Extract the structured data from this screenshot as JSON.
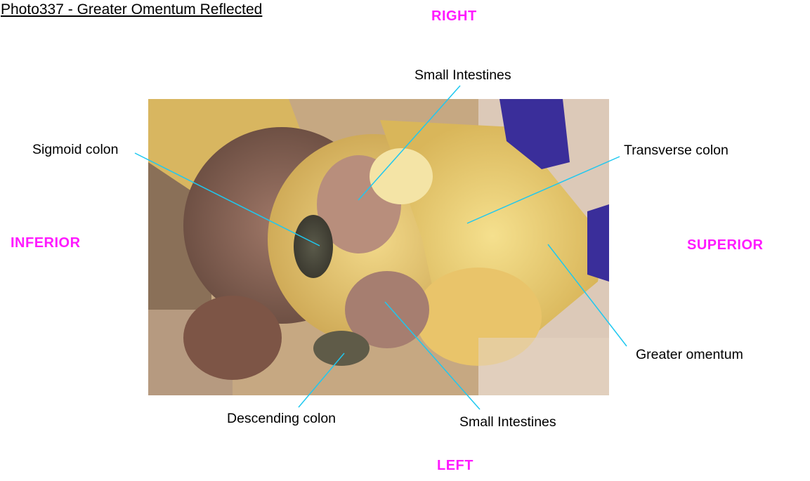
{
  "title": "Photo337 - Greater Omentum Reflected",
  "directions": {
    "top": "RIGHT",
    "bottom": "LEFT",
    "left": "INFERIOR",
    "right": "SUPERIOR"
  },
  "labels": {
    "small_intestines_top": "Small Intestines",
    "sigmoid_colon": "Sigmoid colon",
    "transverse_colon": "Transverse colon",
    "greater_omentum": "Greater omentum",
    "descending_colon": "Descending colon",
    "small_intestines_bottom": "Small Intestines"
  },
  "colors": {
    "direction": "#ff1aff",
    "leader": "#1ec8f0"
  }
}
